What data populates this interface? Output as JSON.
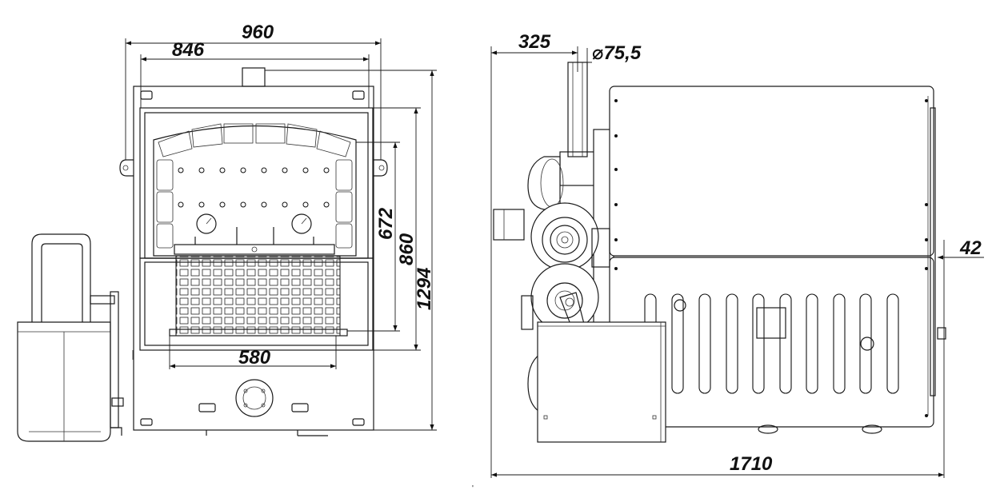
{
  "dimensions": {
    "front_width_overall": "960",
    "front_width_door": "846",
    "grate_width": "580",
    "firebox_height": "672",
    "door_height": "860",
    "overall_height": "1294",
    "flue_offset": "325",
    "flue_diameter": "⌀75,5",
    "side_offset": "42",
    "overall_depth": "1710"
  },
  "stray_mark": "'",
  "colors": {
    "line": "#1a1a1a",
    "background": "#ffffff"
  }
}
